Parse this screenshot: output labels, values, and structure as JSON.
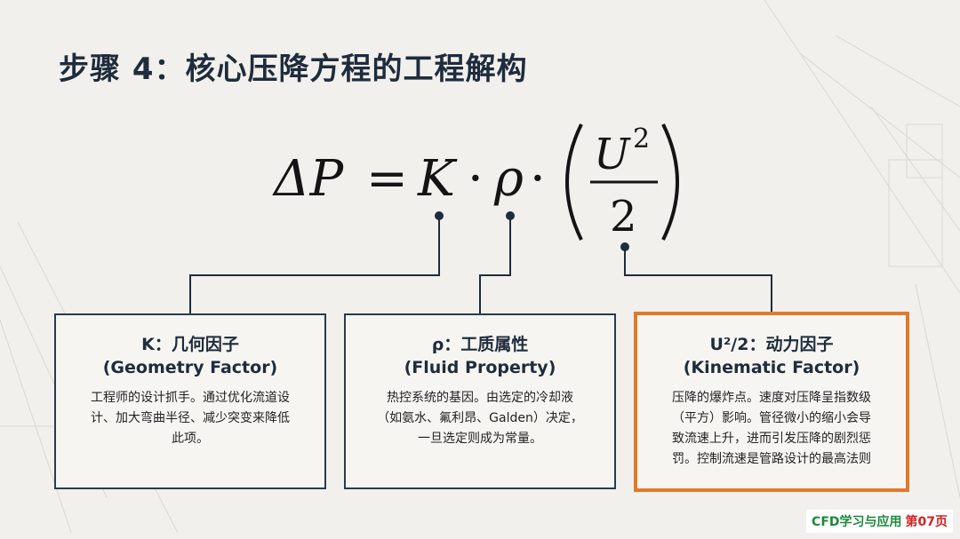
{
  "slide": {
    "title": "步骤 4：核心压降方程的工程解构"
  },
  "equation": {
    "lhs": "ΔP",
    "eq": "=",
    "k": "K",
    "dot": "·",
    "rho": "ρ",
    "numerator": "U",
    "exponent": "2",
    "denominator": "2"
  },
  "cards": [
    {
      "title": "K：几何因子",
      "subtitle": "(Geometry Factor)",
      "body_lines": [
        "工程师的设计抓手。通过优化流道设",
        "计、加大弯曲半径、减少突变来降低",
        "此项。"
      ]
    },
    {
      "title": "ρ：工质属性",
      "subtitle": "(Fluid Property)",
      "body_lines": [
        "热控系统的基因。由选定的冷却液",
        "（如氨水、氟利昂、Galden）决定，",
        "一旦选定则成为常量。"
      ]
    },
    {
      "title": "U²/2：动力因子",
      "subtitle": "(Kinematic Factor)",
      "body_lines": [
        "压降的爆炸点。速度对压降呈指数级",
        "（平方）影响。管径微小的缩小会导",
        "致流速上升，进而引发压降的剧烈惩",
        "罚。控制流速是管路设计的最高法则"
      ]
    }
  ],
  "footer": {
    "brand": "CFD学习与应用",
    "page": "第07页"
  },
  "colors": {
    "accent": "#e07a2a",
    "navy": "#1f2c3d",
    "background": "#f1f0ec"
  }
}
